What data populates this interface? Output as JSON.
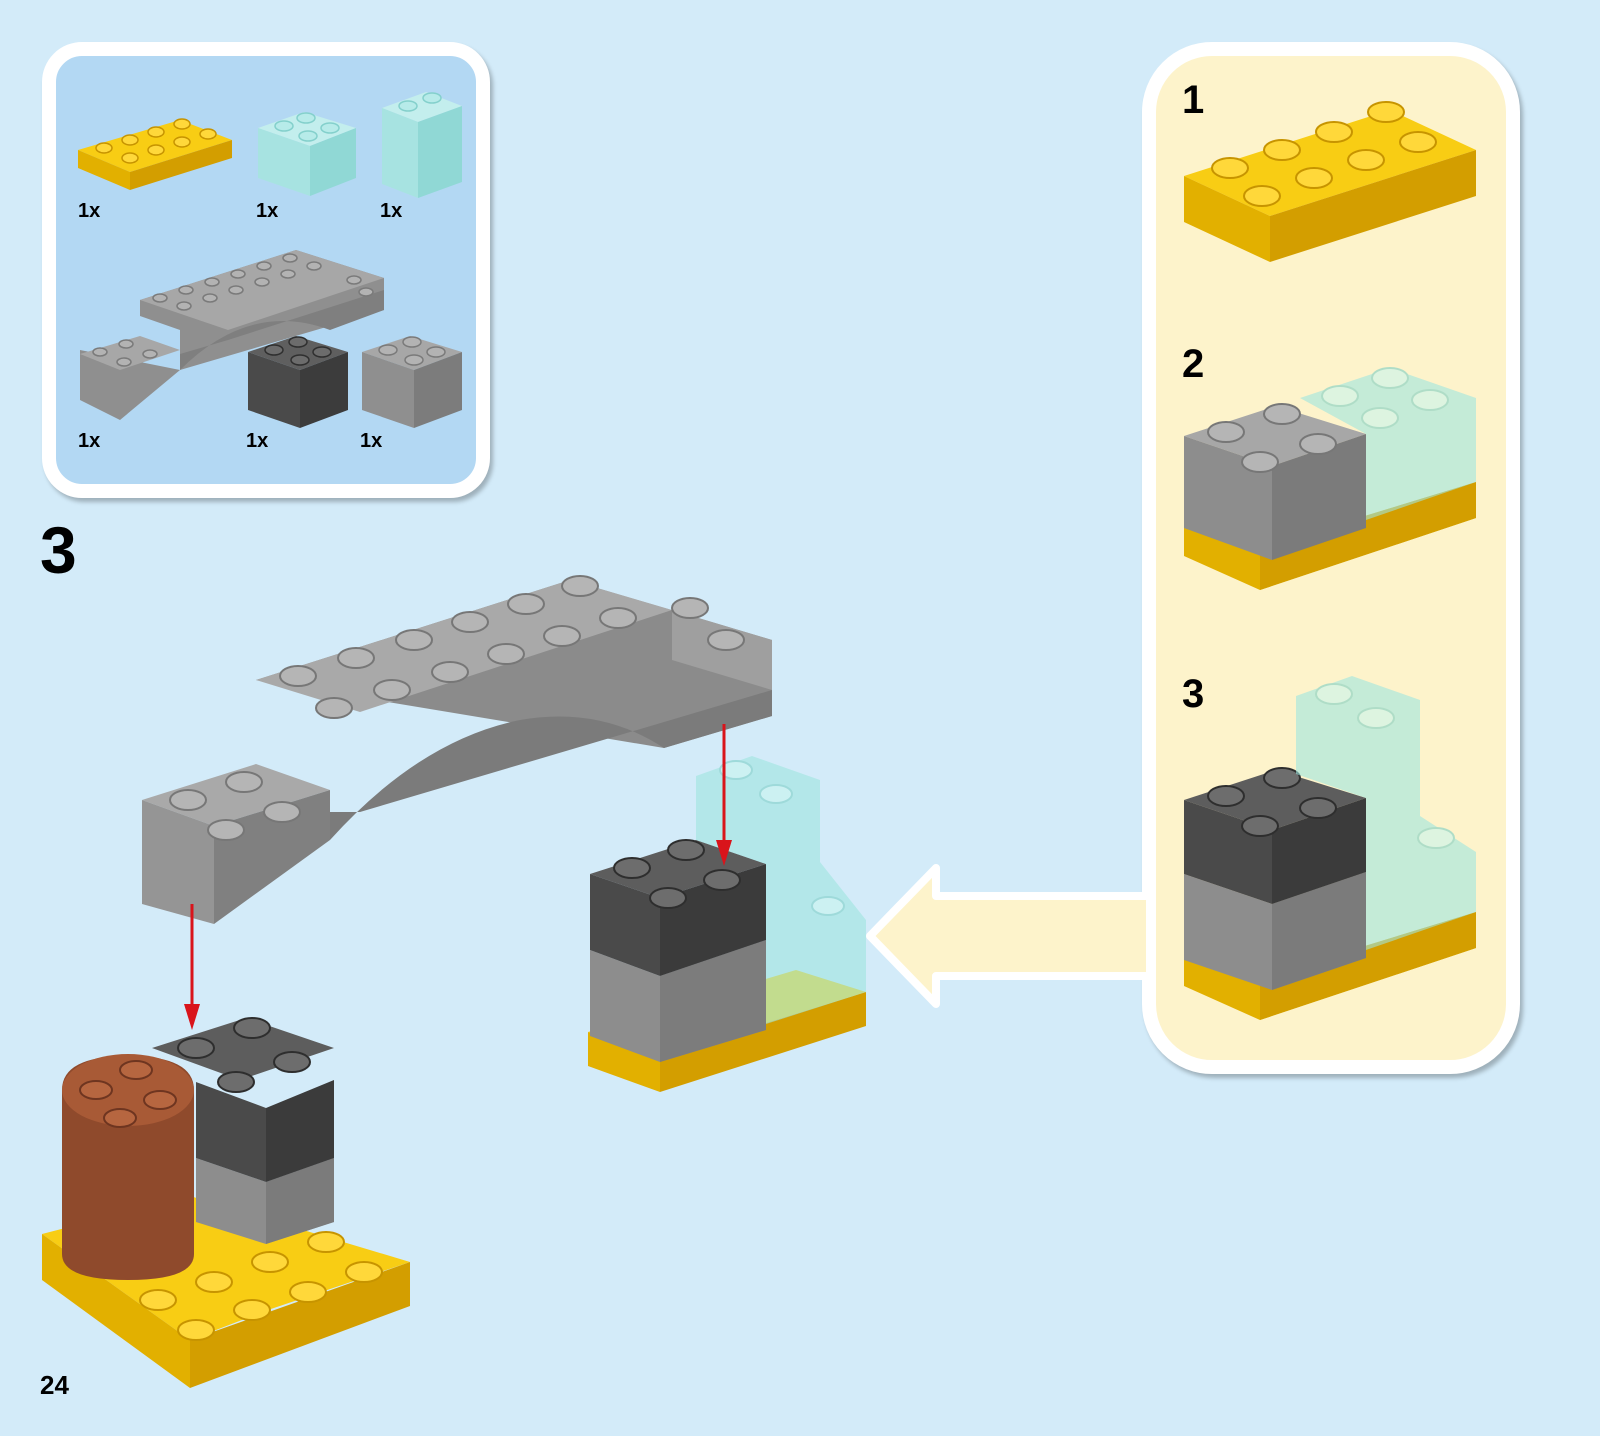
{
  "parts_list": {
    "items": [
      {
        "name": "yellow 2x4 plate",
        "qty": "1x"
      },
      {
        "name": "transparent 2x2 brick",
        "qty": "1x"
      },
      {
        "name": "transparent 1x2 tall brick",
        "qty": "1x"
      },
      {
        "name": "grey arch brick",
        "qty": "1x"
      },
      {
        "name": "dark grey 2x2 brick",
        "qty": "1x"
      },
      {
        "name": "grey 2x2 brick",
        "qty": "1x"
      }
    ]
  },
  "step": {
    "number": "3"
  },
  "substeps": [
    {
      "number": "1"
    },
    {
      "number": "2"
    },
    {
      "number": "3"
    }
  ],
  "page": {
    "number": "24"
  },
  "colors": {
    "background": "#d3ebf9",
    "parts_panel": "#b3d8f3",
    "substep_panel": "#fdf3cb",
    "yellow": "#f6c500",
    "grey": "#8c8c8c",
    "dark_grey": "#555555",
    "transparent": "#9fe6df",
    "brown": "#8f4a2c",
    "arrow_red": "#d9141b"
  }
}
